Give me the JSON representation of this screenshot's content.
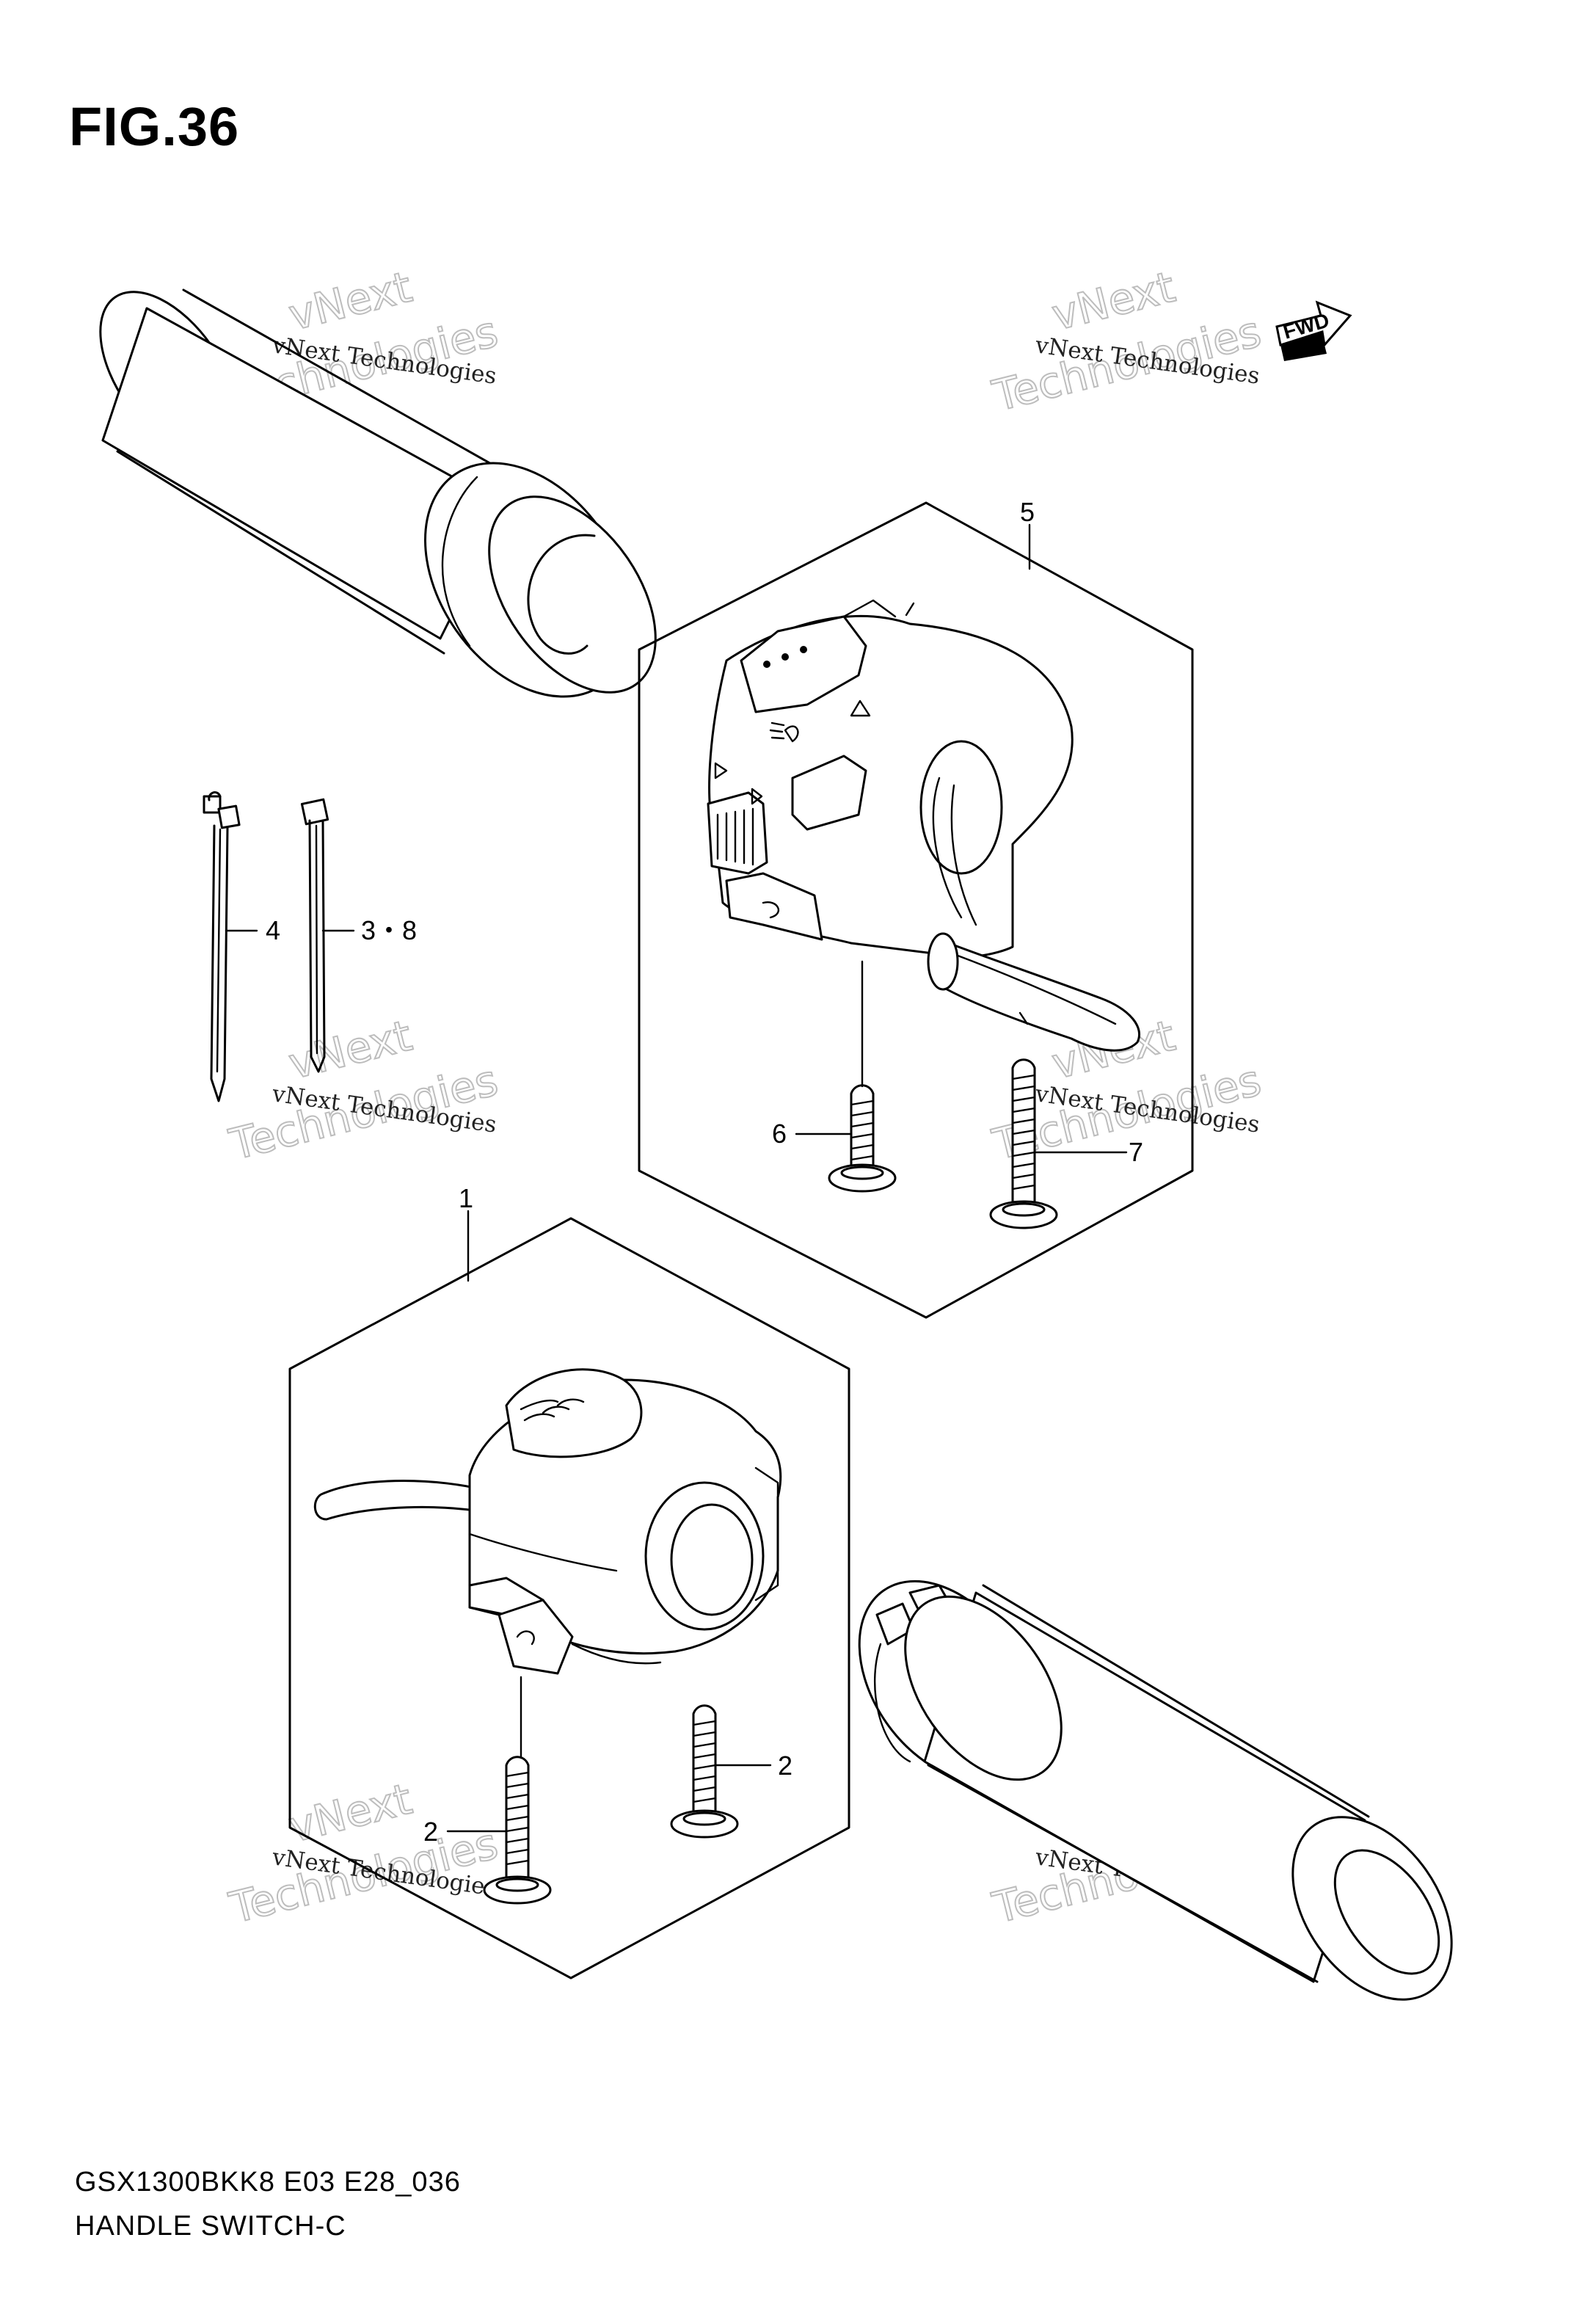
{
  "figure": {
    "title": "FIG.36",
    "model_code": "GSX1300BKK8 E03 E28_036",
    "caption": "HANDLE SWITCH-C",
    "direction_marker": "FWD"
  },
  "watermark": {
    "line_small": "vNext Technologies",
    "line_big_1": "vNext",
    "line_big_2": "Technologies"
  },
  "callouts": {
    "p1": "1",
    "p2a": "2",
    "p2b": "2",
    "p38": "3・8",
    "p4": "4",
    "p5": "5",
    "p6": "6",
    "p7": "7"
  }
}
